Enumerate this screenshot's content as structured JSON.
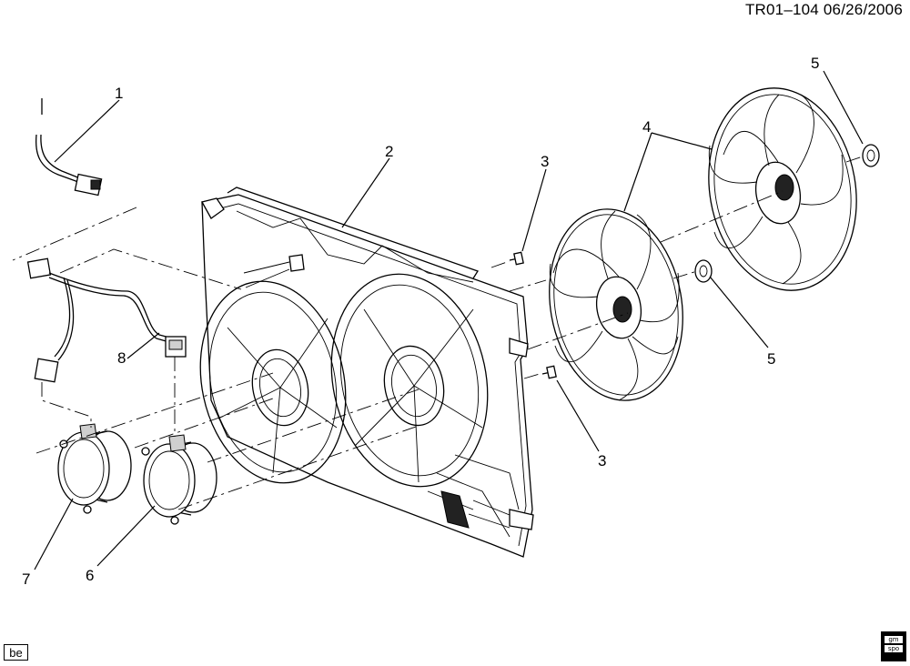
{
  "header": {
    "doc_id": "TR01–104",
    "date": "06/26/2006"
  },
  "callouts": {
    "c1": "1",
    "c2": "2",
    "c3a": "3",
    "c3b": "3",
    "c4": "4",
    "c5a": "5",
    "c5b": "5",
    "c6": "6",
    "c7": "7",
    "c8": "8"
  },
  "footer": {
    "badge": "be",
    "logo_line1": "gm",
    "logo_line2": "spo"
  }
}
